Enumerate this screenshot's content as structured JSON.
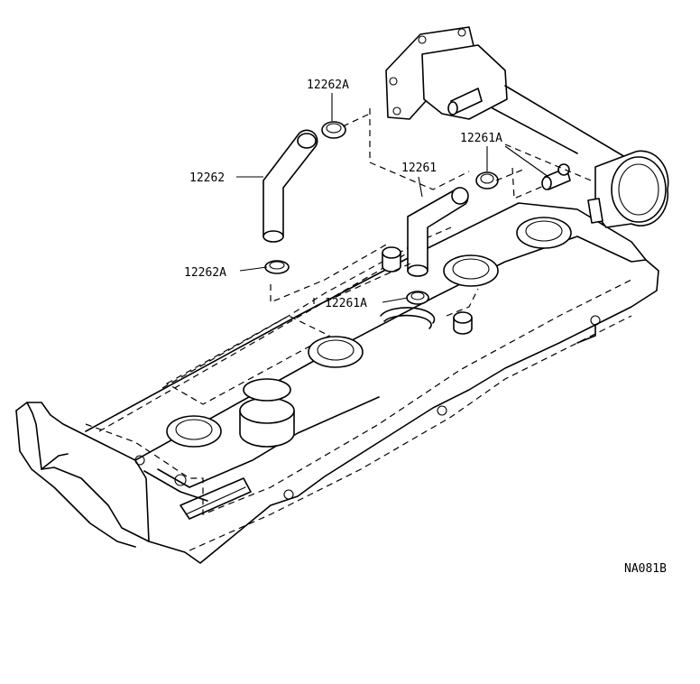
{
  "labels": {
    "hose_left": "12262",
    "clamp_left_upper": "12262A",
    "clamp_left_lower": "12262A",
    "hose_right": "12261",
    "clamp_right_upper": "12261A",
    "clamp_right_lower": "12261A",
    "diagram_code": "NA081B"
  }
}
